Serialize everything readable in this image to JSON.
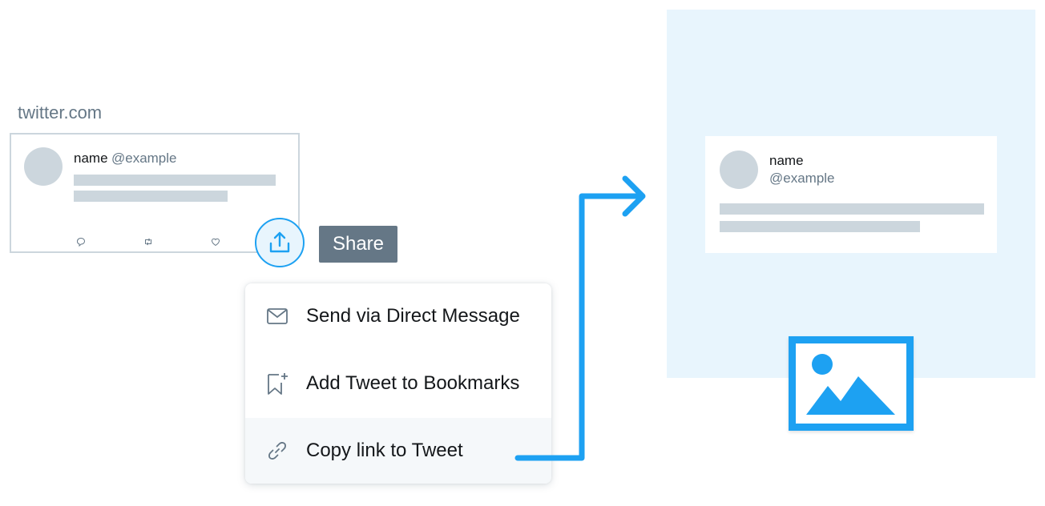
{
  "site_label": "twitter.com",
  "tweet": {
    "name": "name",
    "handle": "@example"
  },
  "share_tooltip": "Share",
  "menu": {
    "items": [
      {
        "label": "Send via Direct Message",
        "icon": "envelope-icon"
      },
      {
        "label": "Add Tweet to Bookmarks",
        "icon": "bookmark-add-icon"
      },
      {
        "label": "Copy link to Tweet",
        "icon": "link-icon"
      }
    ]
  },
  "embed": {
    "name": "name",
    "handle": "@example"
  },
  "colors": {
    "brand_blue": "#1da1f2",
    "light_blue_bg": "#e8f5fd",
    "gray_text": "#657786",
    "skeleton_gray": "#ccd6dd",
    "tooltip_bg": "#657786"
  }
}
